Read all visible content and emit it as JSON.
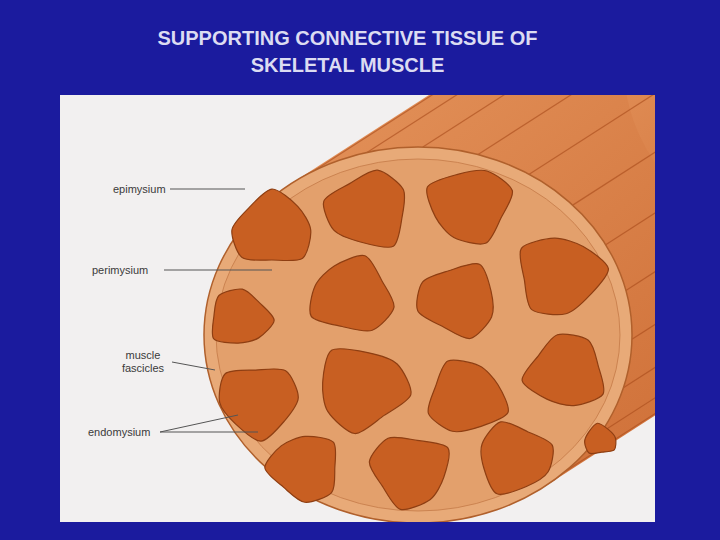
{
  "diagram": {
    "title": "SUPPORTING CONNECTIVE TISSUE OF SKELETAL MUSCLE",
    "labels": [
      "epimysium",
      "perimysium",
      "muscle fascicles",
      "endomysium"
    ]
  }
}
